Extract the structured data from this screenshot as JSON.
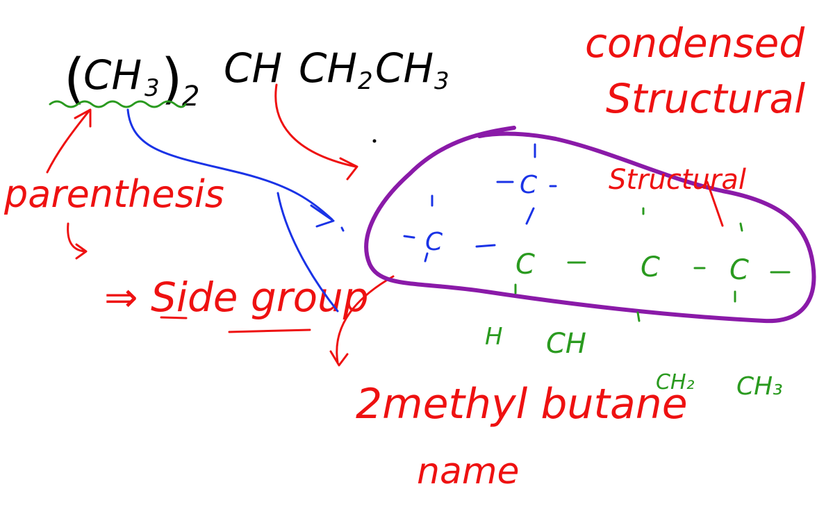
{
  "colors": {
    "ink": "#000000",
    "red": "#ee1111",
    "blue": "#1a33e6",
    "green": "#2a9a1f",
    "purple": "#8a1aa8",
    "background": "#ffffff"
  },
  "formula": {
    "group_open": "(",
    "group_atoms": "CH",
    "group_h_sub": "3",
    "group_close": ")",
    "group_mult": "2",
    "chain_ch": "CH",
    "chain_ch2": "CH",
    "chain_ch2_sub": "2",
    "chain_ch3": "CH",
    "chain_ch3_sub": "3"
  },
  "labels": {
    "condensed_line1": "condensed",
    "condensed_line2": "Structural",
    "parenthesis": "parenthesis",
    "side_group": "⇒ Side group",
    "structural": "Structural",
    "name_line1": "2methyl butane",
    "name_line2": "name"
  },
  "structure": {
    "blue_carbons": [
      "C",
      "C"
    ],
    "green_carbons": [
      "C",
      "C",
      "C"
    ],
    "below_labels": [
      "H",
      "CH",
      "CH₂",
      "CH₃"
    ]
  }
}
